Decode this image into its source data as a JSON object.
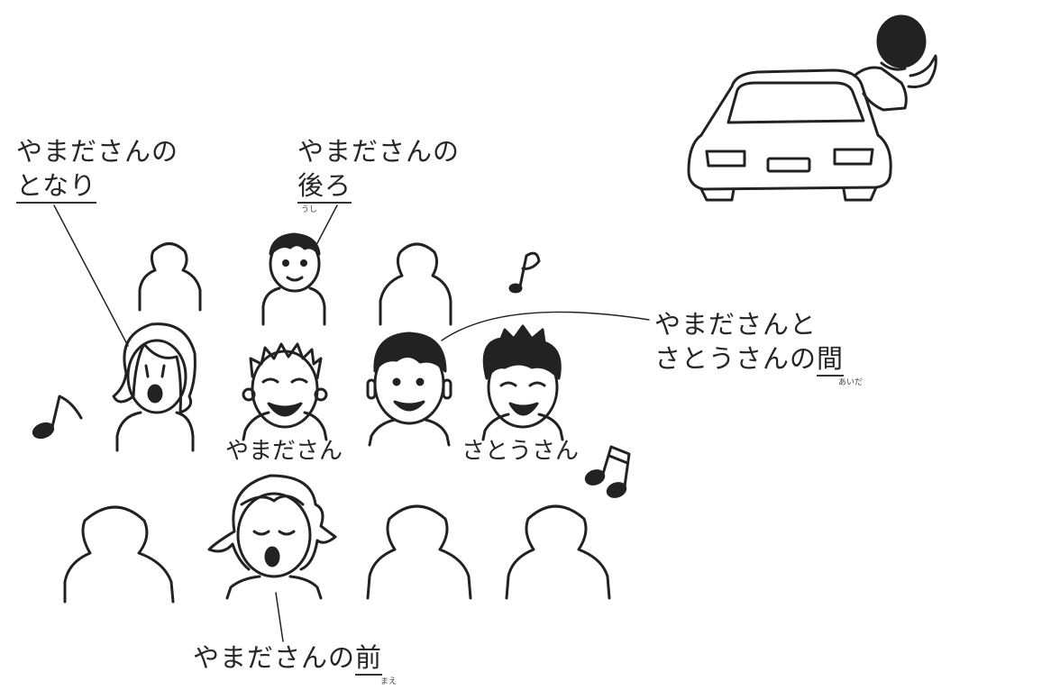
{
  "labels": {
    "tonari_line1": "やまださんの",
    "tonari_line2": "となり",
    "ushiro_line1": "やまださんの",
    "ushiro_kanji": "後ろ",
    "ushiro_ruby": "うし",
    "aida_line1": "やまださんと",
    "aida_line2a": "さとうさんの",
    "aida_kanji": "間",
    "aida_ruby": "あいだ",
    "mae_text": "やまださんの",
    "mae_kanji": "前",
    "mae_ruby": "まえ"
  },
  "names": {
    "yamada": "やまださん",
    "sato": "さとうさん"
  }
}
